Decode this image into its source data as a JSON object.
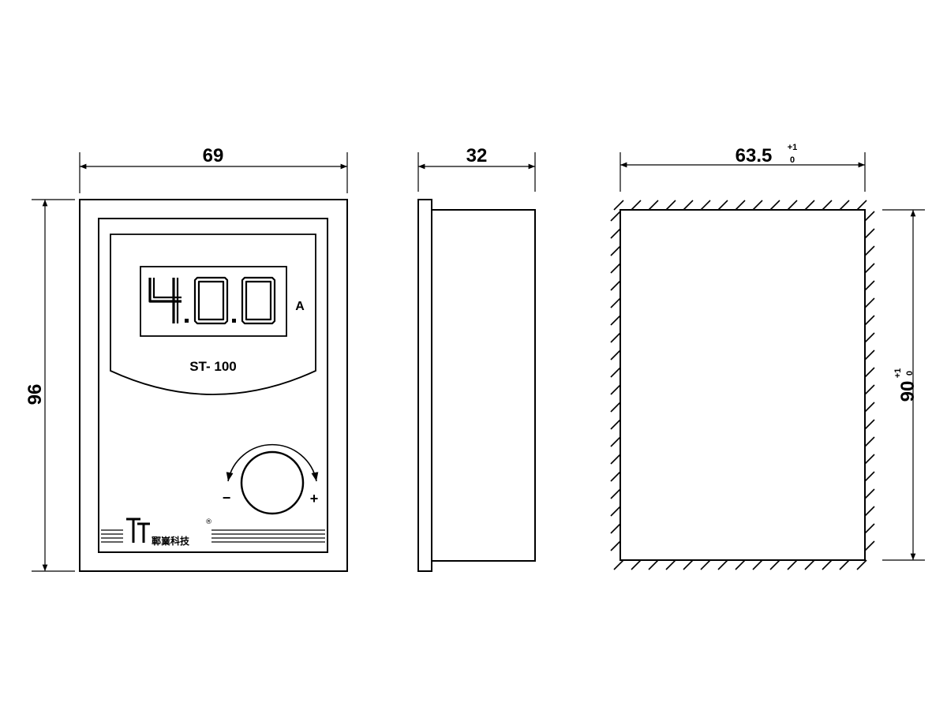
{
  "front_view": {
    "width_dim": "69",
    "height_dim": "96",
    "display": {
      "reading": "4.0.0",
      "unit": "A"
    },
    "model": "ST- 100",
    "knob": {
      "minus": "−",
      "plus": "+"
    },
    "logo_text": "鄆嶪科技",
    "registered_mark": "®"
  },
  "side_view": {
    "depth_dim": "32"
  },
  "cutout_view": {
    "width_dim": "63.5",
    "width_tol_plus": "+1",
    "width_tol_minus": "0",
    "height_dim": "90",
    "height_tol_plus": "+1",
    "height_tol_minus": "0"
  },
  "colors": {
    "line": "#000000",
    "background": "#ffffff"
  }
}
